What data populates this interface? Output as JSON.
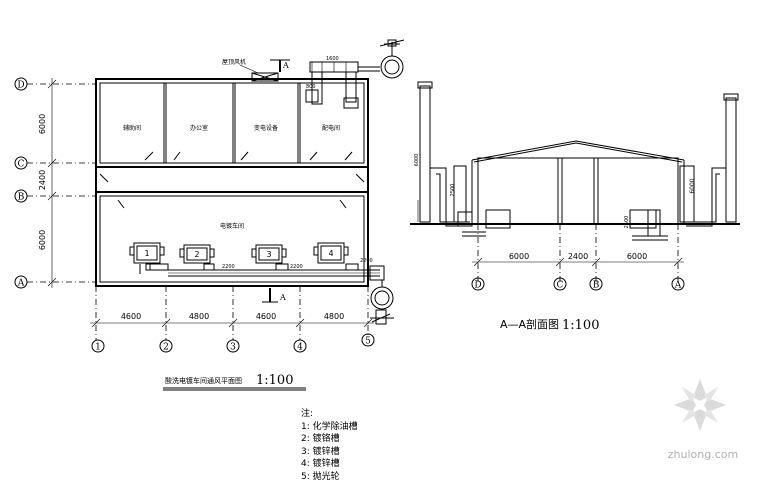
{
  "plan": {
    "title": "酸洗电镀车间通风平面图",
    "scale": "1:100",
    "row_axes": [
      "D",
      "C",
      "B",
      "A"
    ],
    "col_axes": [
      "1",
      "2",
      "3",
      "4",
      "5"
    ],
    "vertical_dims": [
      "6000",
      "2400",
      "6000"
    ],
    "horizontal_dims": [
      "4600",
      "4800",
      "4600",
      "4800"
    ],
    "rooms": [
      "辅助间",
      "办公室",
      "变电设备",
      "配电间"
    ],
    "main_room": "电镀车间",
    "fan_label": "屋顶风机",
    "section_mark": "A",
    "tanks": [
      "1",
      "2",
      "3",
      "4"
    ],
    "small_dims": [
      "2200",
      "2200",
      "2200"
    ]
  },
  "section": {
    "title": "A—A剖面图",
    "scale": "1:100",
    "dims": [
      "6000",
      "2400",
      "6000"
    ],
    "axes": [
      "D",
      "C",
      "B",
      "A"
    ],
    "height_left": "6000",
    "height_right": "6000",
    "small_left": "2500",
    "small_right": "2500"
  },
  "notes": {
    "heading": "注:",
    "items": [
      "1: 化学除油槽",
      "2: 镀铬槽",
      "3: 镀锌槽",
      "4: 镀锌槽",
      "5: 抛光轮"
    ]
  },
  "watermark": "zhulong.com"
}
